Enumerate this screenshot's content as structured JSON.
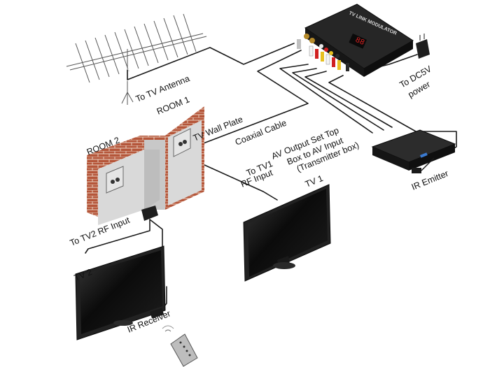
{
  "labels": {
    "antenna": "To TV Antenna",
    "room1": "ROOM 1",
    "room2": "ROOM 2",
    "wall_plate": "TV Wall Plate",
    "coaxial": "Coaxial Cable",
    "av_line1": "AV Output Set Top",
    "av_line2": "Box to AV Input",
    "av_line3": "(Transmitter box)",
    "tv1_rf_line1": "To TV1",
    "tv1_rf_line2": "RF Input",
    "tv1": "TV 1",
    "tv2_rf": "To TV2 RF Input",
    "tv2": "TV 2",
    "ir_receiver": "IR Receiver",
    "ir_emitter": "IR Emitter",
    "power_line1": "To DC5V",
    "power_line2": "power",
    "modulator_brand": "TV LINK MODULATOR",
    "modulator_display": "88"
  },
  "colors": {
    "brick": "#b5563a",
    "mortar": "#e9d2c2",
    "wall_face": "#d7d7d7",
    "device": "#1c1c1c",
    "screen": "#0d0d0d",
    "led": "#e02020"
  },
  "icons": [
    "antenna-icon",
    "wall-plate-icon",
    "modulator-icon",
    "power-adapter-icon",
    "set-top-box-icon",
    "ir-emitter-icon",
    "ir-receiver-icon",
    "remote-control-icon",
    "tv-icon"
  ]
}
